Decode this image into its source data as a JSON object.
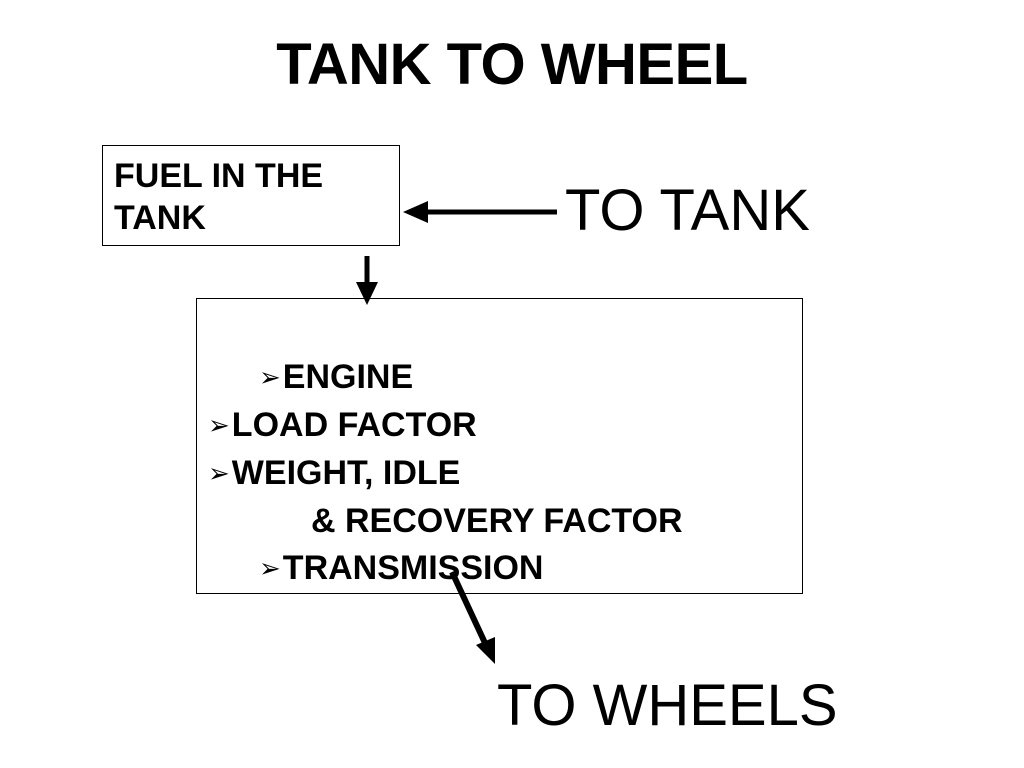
{
  "title": "TANK TO WHEEL",
  "fuel_box": {
    "line1": "FUEL IN THE",
    "line2": "TANK"
  },
  "to_tank_label": "TO TANK",
  "factors": {
    "bullet_glyph": "➢",
    "engine": "ENGINE",
    "load_factor": "LOAD FACTOR",
    "weight_idle": "WEIGHT, IDLE",
    "recovery_factor": "& RECOVERY FACTOR",
    "transmission": "TRANSMISSION"
  },
  "to_wheels_label": "TO WHEELS",
  "colors": {
    "background": "#ffffff",
    "foreground": "#000000"
  }
}
